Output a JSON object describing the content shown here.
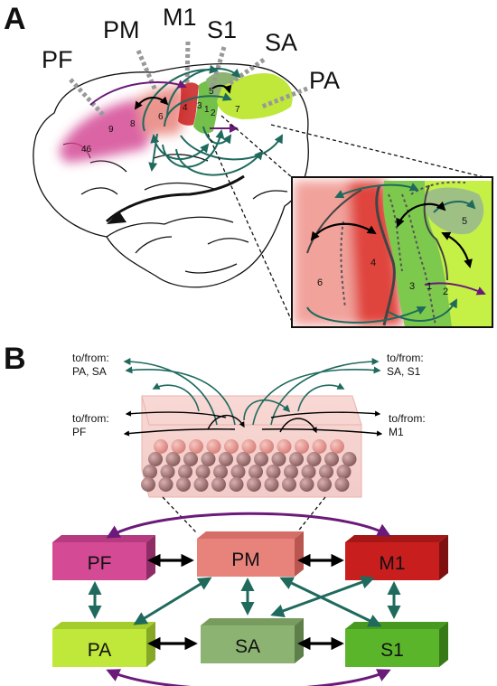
{
  "panel_a": {
    "letter": "A",
    "region_labels": {
      "pf": "PF",
      "pm": "PM",
      "m1": "M1",
      "s1": "S1",
      "sa": "SA",
      "pa": "PA"
    },
    "area_numbers": [
      "46",
      "9",
      "8",
      "6",
      "4",
      "3",
      "1",
      "2",
      "5",
      "7"
    ],
    "inset_numbers": [
      "6",
      "4",
      "3",
      "1",
      "2",
      "5"
    ]
  },
  "panel_b": {
    "letter": "B",
    "connection_labels": {
      "top_left_1": "to/from:",
      "top_left_2": "PA, SA",
      "top_right_1": "to/from:",
      "top_right_2": "SA, S1",
      "mid_left_1": "to/from:",
      "mid_left_2": "PF",
      "mid_right_1": "to/from:",
      "mid_right_2": "M1"
    },
    "boxes": {
      "pf": "PF",
      "pm": "PM",
      "m1": "M1",
      "pa": "PA",
      "sa": "SA",
      "s1": "S1"
    }
  },
  "colors": {
    "pf": "#d44a95",
    "pm": "#e8837c",
    "m1": "#c91e1e",
    "pa": "#bfe83b",
    "sa": "#8db373",
    "s1": "#5ab52b",
    "teal_arrow": "#1f6a5d",
    "purple_arrow": "#6b1a7a",
    "black_arrow": "#000000"
  }
}
